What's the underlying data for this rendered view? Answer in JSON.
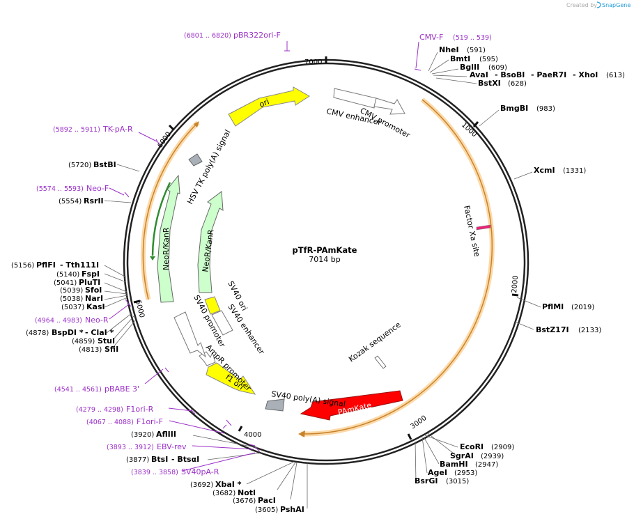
{
  "credit": {
    "prefix": "Created by",
    "brand": "SnapGene"
  },
  "plasmid": {
    "name": "pTfR-PAmKate",
    "length": "7014 bp"
  },
  "ruler": [
    "1000",
    "2000",
    "3000",
    "4000",
    "5000",
    "6000",
    "7000"
  ],
  "sites": [
    {
      "name": "NheI",
      "pos": "(591)"
    },
    {
      "name": "BmtI",
      "pos": "(595)"
    },
    {
      "name": "BglII",
      "pos": "(609)"
    },
    {
      "name": "AvaI",
      "sep": "- BsoBI",
      "name3": "- PaeR7I",
      "name4": "- XhoI",
      "pos": "(613)"
    },
    {
      "name": "BstXI",
      "pos": "(628)"
    },
    {
      "name": "BmgBI",
      "pos": "(983)"
    },
    {
      "name": "XcmI",
      "pos": "(1331)"
    },
    {
      "name": "PflMI",
      "pos": "(2019)"
    },
    {
      "name": "BstZ17I",
      "pos": "(2133)"
    },
    {
      "name": "EcoRI",
      "pos": "(2909)"
    },
    {
      "name": "SgrAI",
      "pos": "(2939)"
    },
    {
      "name": "BamHI",
      "pos": "(2947)"
    },
    {
      "name": "AgeI",
      "pos": "(2953)"
    },
    {
      "name": "BsrGI",
      "pos": "(3015)"
    },
    {
      "name": "PshAI",
      "pos": "(3605)"
    },
    {
      "name": "PacI",
      "pos": "(3676)"
    },
    {
      "name": "NotI",
      "pos": "(3682)"
    },
    {
      "name": "XbaI *",
      "pos": "(3692)"
    },
    {
      "name": "BtsI",
      "sep": "- BtsαI",
      "pos": "(3877)"
    },
    {
      "name": "AflIII",
      "pos": "(3920)"
    },
    {
      "name": "SfiI",
      "pos": "(4813)"
    },
    {
      "name": "StuI",
      "pos": "(4859)"
    },
    {
      "name": "BspDI *",
      "sep": "- ClaI *",
      "pos": "(4878)"
    },
    {
      "name": "KasI",
      "pos": "(5037)"
    },
    {
      "name": "NarI",
      "pos": "(5038)"
    },
    {
      "name": "SfoI",
      "pos": "(5039)"
    },
    {
      "name": "PluTI",
      "pos": "(5041)"
    },
    {
      "name": "FspI",
      "pos": "(5140)"
    },
    {
      "name": "PflFI",
      "sep": "- Tth111I",
      "pos": "(5156)"
    },
    {
      "name": "RsrII",
      "pos": "(5554)"
    },
    {
      "name": "BstBI",
      "pos": "(5720)"
    }
  ],
  "primers": [
    {
      "name": "pBR322ori-F",
      "pos": "(6801 .. 6820)"
    },
    {
      "name": "CMV-F",
      "pos": "(519 .. 539)"
    },
    {
      "name": "TK-pA-R",
      "pos": "(5892 .. 5911)"
    },
    {
      "name": "Neo-F",
      "pos": "(5574 .. 5593)"
    },
    {
      "name": "Neo-R",
      "pos": "(4964 .. 4983)"
    },
    {
      "name": "pBABE 3'",
      "pos": "(4541 .. 4561)"
    },
    {
      "name": "F1ori-R",
      "pos": "(4279 .. 4298)"
    },
    {
      "name": "F1ori-F",
      "pos": "(4067 .. 4088)"
    },
    {
      "name": "EBV-rev",
      "pos": "(3893 .. 3912)"
    },
    {
      "name": "SV40pA-R",
      "pos": "(3839 .. 3858)"
    }
  ],
  "features": {
    "ori": "ori",
    "cmv_enhancer": "CMV enhancer",
    "cmv_promoter": "CMV promoter",
    "factor_xa": "Factor Xa site",
    "kozak": "Kozak sequence",
    "pamkate": "PAmKate",
    "sv40_polya": "SV40 poly(A) signal",
    "f1_ori": "f1 ori",
    "ampr_promoter": "AmpR promoter",
    "sv40_promoter": "SV40 promoter",
    "sv40_enhancer": "SV40 enhancer",
    "sv40_ori": "SV40 ori",
    "neokanr_outer": "NeoR/KanR",
    "neokanr_inner": "NeoR/KanR",
    "hsv_tk": "HSV TK poly(A) signal"
  },
  "colors": {
    "backbone": "#222222",
    "primer": "#9b30c8",
    "ori": "#ffff00",
    "neokanr": "#ccffcc",
    "pamkate": "#ff0000",
    "orf": "#e8a030",
    "orf_glow": "#fcd9a8",
    "neo_orf": "#2e8b2e"
  }
}
